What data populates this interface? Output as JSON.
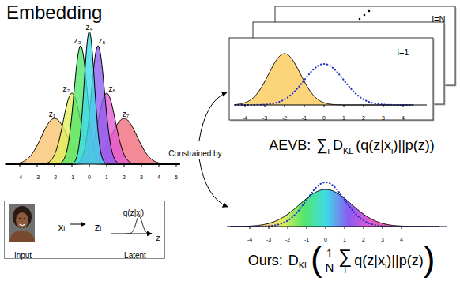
{
  "diagram": {
    "title": "Embedding",
    "nodes": [
      {
        "text": [
          "i=N"
        ]
      },
      {
        "text": [
          "i=1",
          "-4",
          "-3",
          "-2",
          "-1",
          "0",
          "1",
          "2",
          "3",
          "4"
        ]
      },
      {
        "text": [
          "xᵢ",
          "zᵢ",
          "q(z|xᵢ)",
          "z",
          "Input",
          "Latent"
        ]
      }
    ],
    "labels": [
      "z₁",
      "z₂",
      "z₃",
      "z₄",
      "z₅",
      "z₆",
      "z₇",
      "-4",
      "-3",
      "-2",
      "-1",
      "0",
      "1",
      "2",
      "3",
      "4",
      "5",
      "Constrained by",
      "AEVB:",
      "∑",
      "i",
      "D",
      "KL",
      "(q(z|x",
      "i",
      ")||p(z))",
      "-4",
      "-3",
      "-2",
      "-1",
      "0",
      "1",
      "2",
      "3",
      "4",
      "Ours:",
      "D",
      "KL",
      "(",
      "1",
      "N",
      "∑",
      "i",
      "q(z|x",
      "i",
      ")||p(z)",
      ")"
    ]
  }
}
